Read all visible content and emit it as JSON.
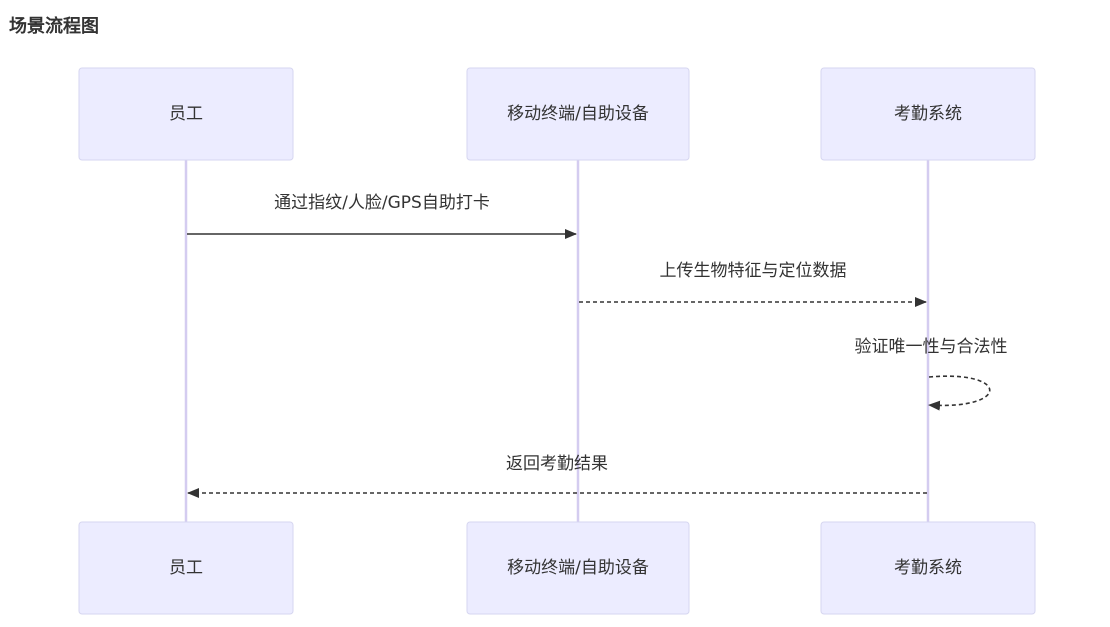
{
  "title": "场景流程图",
  "participants": [
    {
      "id": "employee",
      "label": "员工"
    },
    {
      "id": "terminal",
      "label": "移动终端/自助设备"
    },
    {
      "id": "attendance",
      "label": "考勤系统"
    }
  ],
  "messages": [
    {
      "from": "employee",
      "to": "terminal",
      "label": "通过指纹/人脸/GPS自助打卡",
      "style": "solid"
    },
    {
      "from": "terminal",
      "to": "attendance",
      "label": "上传生物特征与定位数据",
      "style": "dashed"
    },
    {
      "from": "attendance",
      "to": "attendance",
      "label": "验证唯一性与合法性",
      "style": "dashed"
    },
    {
      "from": "attendance",
      "to": "employee",
      "label": "返回考勤结果",
      "style": "dashed"
    }
  ],
  "colors": {
    "actor_fill": "#ececff",
    "actor_border": "#d6d6f0",
    "lifeline": "#d4ccf0",
    "line": "#333333"
  }
}
